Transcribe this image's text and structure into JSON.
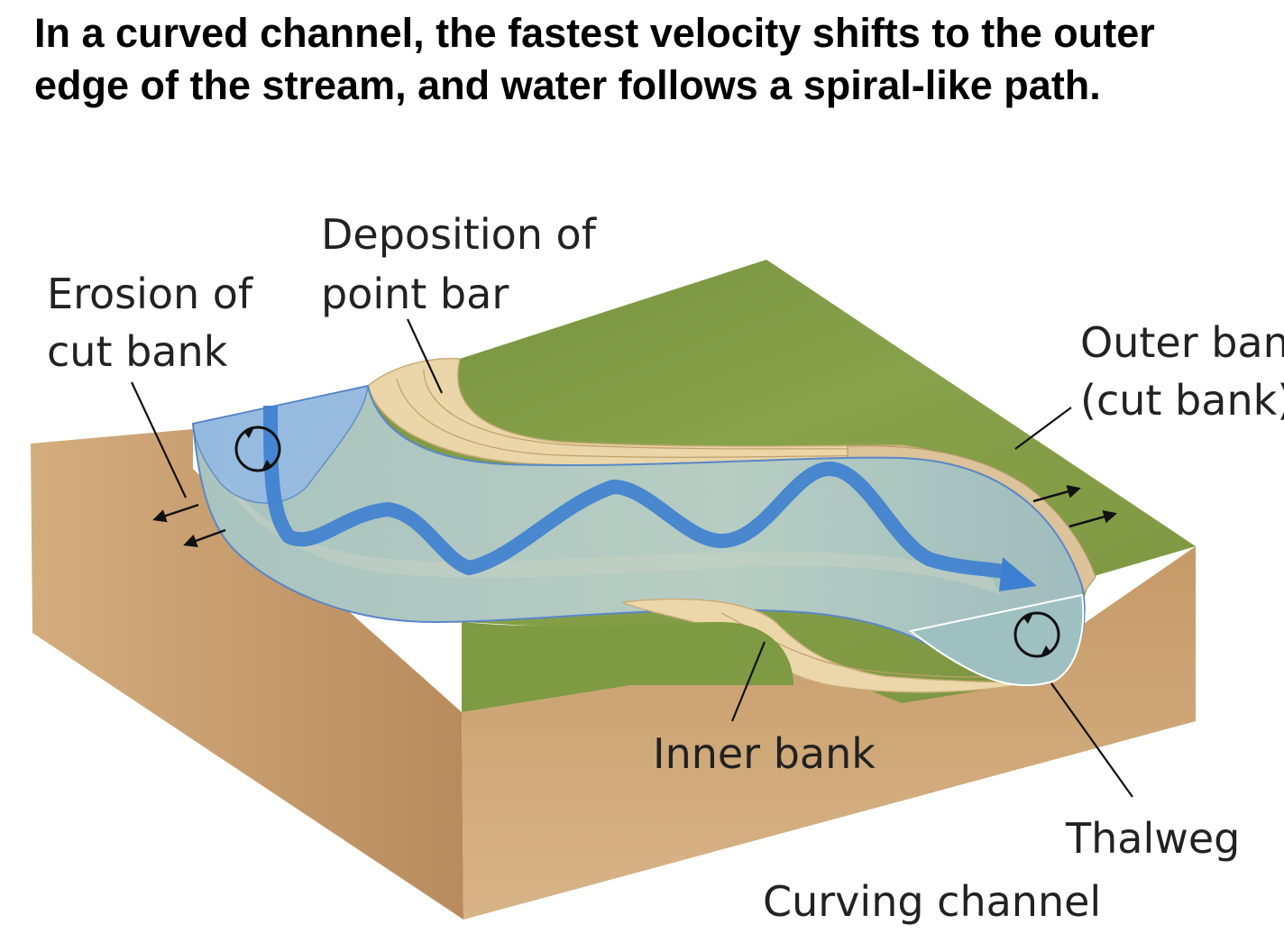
{
  "heading": {
    "line1": "In a curved channel, the fastest velocity shifts to the outer",
    "line2": "edge of the stream, and water follows a spiral-like path."
  },
  "labels": {
    "erosion_line1": "Erosion of",
    "erosion_line2": "cut bank",
    "deposition_line1": "Deposition of",
    "deposition_line2": "point bar",
    "outer_line1": "Outer bank",
    "outer_line2": "(cut bank)",
    "inner": "Inner bank",
    "thalweg": "Thalweg",
    "curving": "Curving channel"
  },
  "colors": {
    "grass": "#7f9a43",
    "soil": "#c89e6d",
    "soil_dark": "#b4875a",
    "sand": "#ecd9ad",
    "water": "#b9cfc6",
    "flow_arrow": "#3d7fd0",
    "cross_section": "#8db7ea"
  }
}
